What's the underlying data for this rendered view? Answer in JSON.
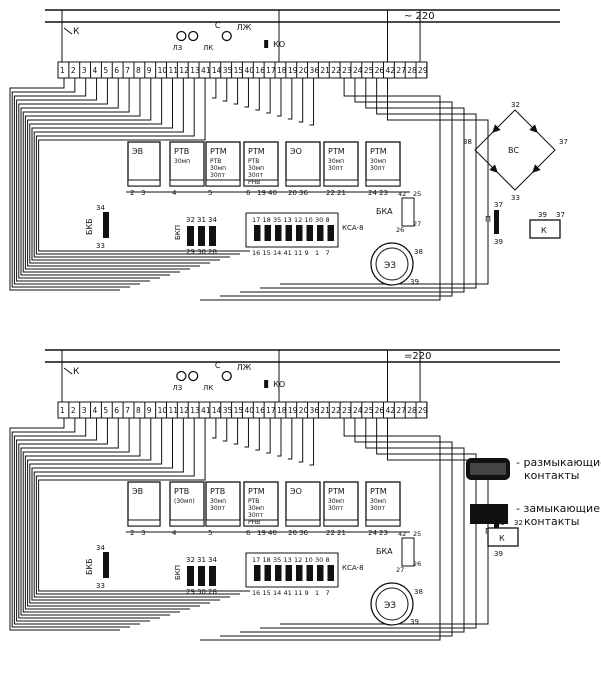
{
  "schematics": [
    {
      "id": "top",
      "supply_label": "~ 220",
      "terminals": [
        "1",
        "2",
        "3",
        "4",
        "5",
        "6",
        "7",
        "8",
        "9",
        "10",
        "11",
        "12",
        "13",
        "41",
        "14",
        "35",
        "15",
        "40",
        "16",
        "17",
        "18",
        "19",
        "20",
        "36",
        "21",
        "22",
        "23",
        "24",
        "25",
        "26",
        "42",
        "27",
        "28",
        "29"
      ],
      "switches": {
        "left": "К",
        "lamps_lbl": "ЛЗ",
        "lk_lbl": "ЛК",
        "c_lbl": "С",
        "lzh_lbl": "ЛЖ",
        "ko_lbl": "КО"
      },
      "relays": [
        {
          "name": "ЭВ",
          "pins": [
            "2",
            "3"
          ],
          "sub": ""
        },
        {
          "name": "РТВ",
          "sub": "30мп",
          "pins": [
            "4"
          ]
        },
        {
          "name": "РТМ",
          "sub": "РТВ 30мп 30пт",
          "pins": [
            "5"
          ]
        },
        {
          "name": "РТМ",
          "sub": "РТВ 30мп 30пт РНВ",
          "pins": [
            "6",
            "19",
            "40"
          ]
        },
        {
          "name": "ЭО",
          "sub": "",
          "pins": [
            "20",
            "36"
          ]
        },
        {
          "name": "РТМ",
          "sub": "30мп 30пт",
          "pins": [
            "22",
            "21"
          ]
        },
        {
          "name": "РТМ",
          "sub": "30мп 30пт",
          "pins": [
            "24",
            "23"
          ]
        }
      ],
      "bkv_label": "БКБ",
      "bkv_pins": [
        "34",
        "33"
      ],
      "bkp_label": "БКП",
      "bkp_pins_top": [
        "32",
        "31",
        "34"
      ],
      "bkp_pins_bottom": [
        "29",
        "30",
        "28"
      ],
      "ksa_label": "КСА-8",
      "ksa_pins_top": [
        "17",
        "18",
        "35",
        "13",
        "12",
        "10",
        "30",
        "8"
      ],
      "ksa_pins_bottom": [
        "16",
        "15",
        "14",
        "41",
        "11",
        "9",
        "1",
        "7"
      ],
      "bka_label": "БКА",
      "bka_pins": [
        "42",
        "25",
        "26",
        "27"
      ],
      "motor_label": "ЭЗ",
      "motor_pins": [
        "38",
        "39"
      ],
      "bridge_label": "ВС",
      "bridge_pins": [
        "32",
        "37",
        "38",
        "33"
      ],
      "p_label": "П",
      "p_pins": [
        "37",
        "39"
      ],
      "k_label": "К",
      "k_pins": [
        "39",
        "37"
      ]
    },
    {
      "id": "bottom",
      "supply_label": "=220",
      "terminals": [
        "1",
        "2",
        "3",
        "4",
        "5",
        "6",
        "7",
        "8",
        "9",
        "10",
        "11",
        "12",
        "13",
        "41",
        "14",
        "35",
        "15",
        "40",
        "16",
        "17",
        "18",
        "19",
        "20",
        "36",
        "21",
        "22",
        "23",
        "24",
        "25",
        "26",
        "42",
        "27",
        "28",
        "29"
      ],
      "switches": {
        "left": "К",
        "lamps_lbl": "ЛЗ",
        "lk_lbl": "ЛК",
        "c_lbl": "С",
        "lzh_lbl": "ЛЖ",
        "ko_lbl": "КО"
      },
      "relays": [
        {
          "name": "ЭВ",
          "pins": [
            "2",
            "3"
          ],
          "sub": ""
        },
        {
          "name": "РТВ",
          "sub": "(30мп)",
          "pins": [
            "4"
          ]
        },
        {
          "name": "РТВ",
          "sub": "30мп 30пт",
          "pins": [
            "5"
          ]
        },
        {
          "name": "РТМ",
          "sub": "РТВ 30мп 30пт РНВ",
          "pins": [
            "6",
            "19",
            "40"
          ]
        },
        {
          "name": "ЭО",
          "sub": "",
          "pins": [
            "20",
            "36"
          ]
        },
        {
          "name": "РТМ",
          "sub": "30мп 30пт",
          "pins": [
            "22",
            "21"
          ]
        },
        {
          "name": "РТМ",
          "sub": "30мп 30пт",
          "pins": [
            "24",
            "23"
          ]
        }
      ],
      "bkv_label": "БКБ",
      "bkv_pins": [
        "34",
        "33"
      ],
      "bkp_label": "БКП",
      "bkp_pins_top": [
        "32",
        "31",
        "34"
      ],
      "bkp_pins_bottom": [
        "29",
        "30",
        "28"
      ],
      "ksa_label": "КСА-8",
      "ksa_pins_top": [
        "17",
        "18",
        "35",
        "13",
        "12",
        "10",
        "30",
        "8"
      ],
      "ksa_pins_bottom": [
        "16",
        "15",
        "14",
        "41",
        "11",
        "9",
        "1",
        "7"
      ],
      "bka_label": "БКА",
      "bka_pins": [
        "42",
        "25",
        "27",
        "26"
      ],
      "motor_label": "ЭЗ",
      "motor_pins": [
        "38",
        "39"
      ],
      "p_label": "П",
      "p_pins": [
        "32",
        "39"
      ],
      "k_label": "К",
      "k_pins": [
        "39",
        "32"
      ]
    }
  ],
  "legend": {
    "open_text": "- размыкающие контакты",
    "close_text": "- замыкающие контакты"
  }
}
